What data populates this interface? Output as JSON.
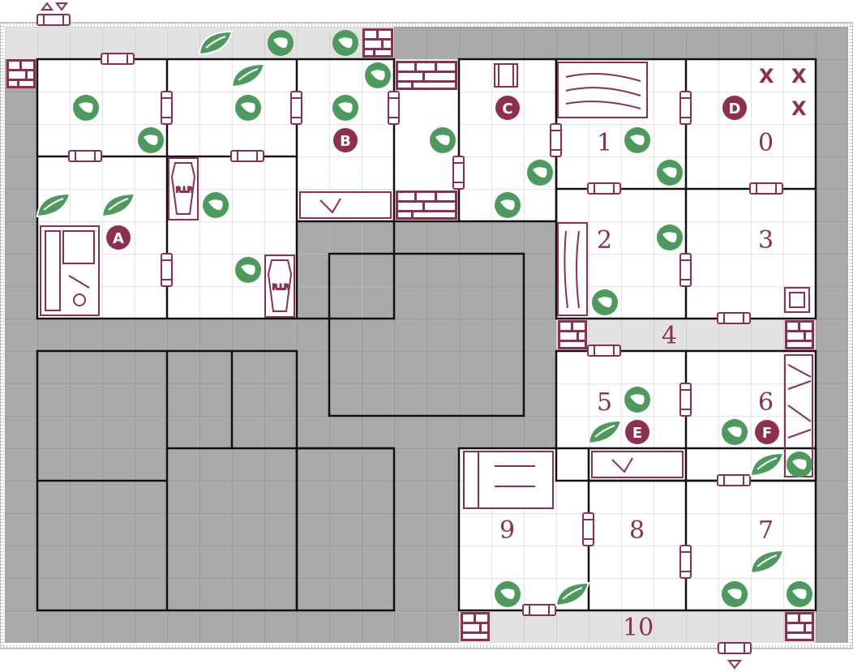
{
  "map": {
    "title_icon": "up-down-arrows-icon",
    "colors": {
      "accent": "#8e2f52",
      "token_green": "#4d9a5e",
      "floor_gray": "#aaaaaa",
      "corridor_light": "#e0e0e0",
      "room_white": "#ffffff",
      "wall": "#111111"
    },
    "room_labels": [
      "0",
      "1",
      "2",
      "3",
      "4",
      "5",
      "6",
      "7",
      "8",
      "9",
      "10"
    ],
    "markers": [
      "A",
      "B",
      "C",
      "D",
      "E",
      "F"
    ],
    "x_marks": [
      "X",
      "X",
      "X"
    ],
    "coffin_text": "R.I.P.",
    "exit_icons": [
      "stairs-up-down-icon",
      "stairs-down-icon"
    ]
  }
}
